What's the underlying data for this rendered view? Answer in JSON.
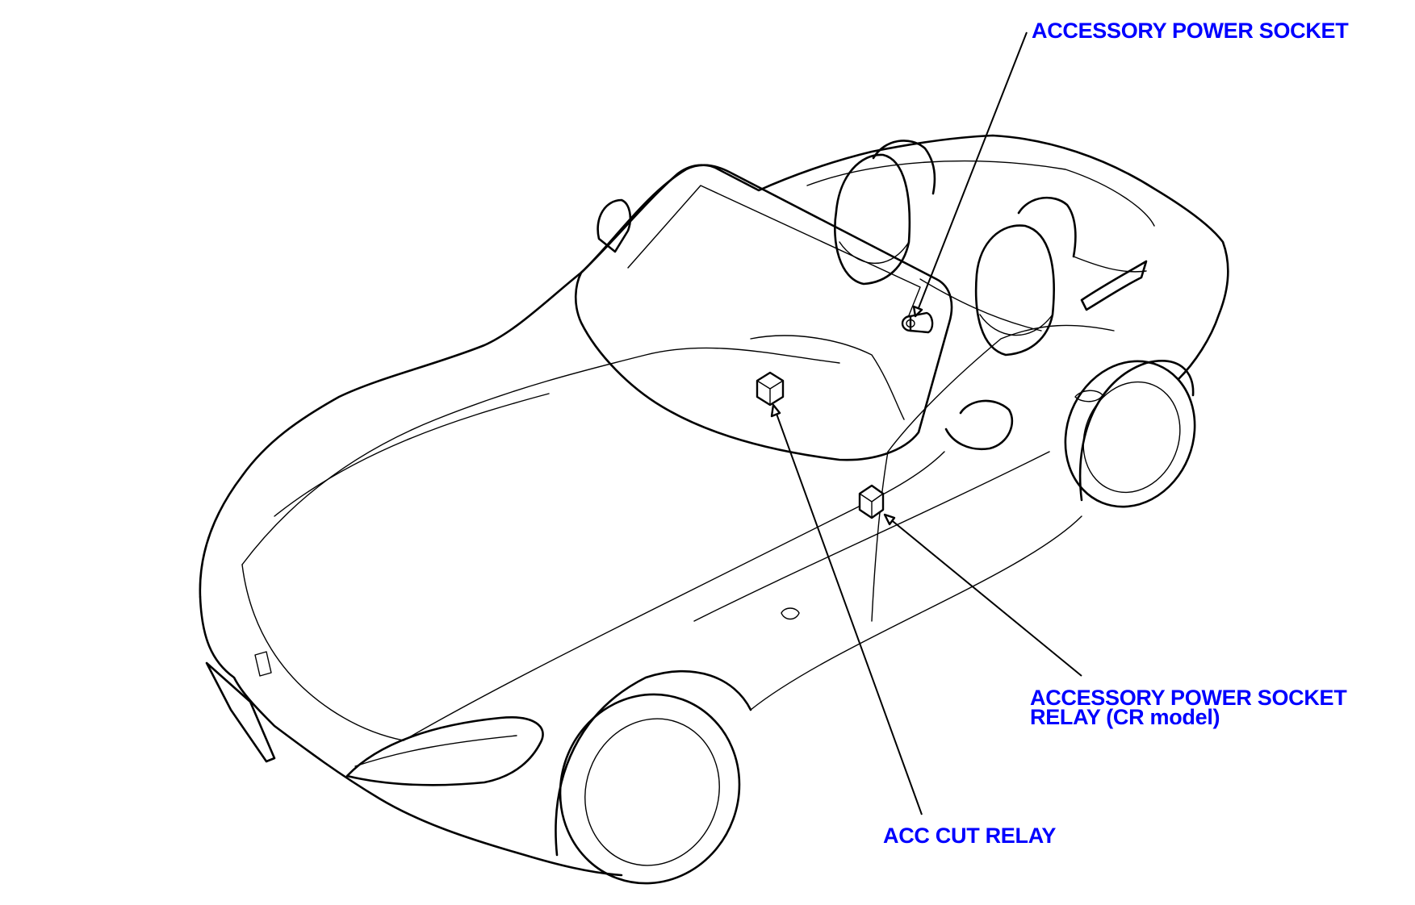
{
  "labels": {
    "accessory_power_socket": "ACCESSORY POWER SOCKET",
    "socket_relay_line1": "ACCESSORY POWER SOCKET",
    "socket_relay_line2": "RELAY (CR model)",
    "acc_cut_relay": "ACC CUT RELAY"
  },
  "colors": {
    "label_text": "#0000ff",
    "linework": "#000000",
    "background": "#ffffff"
  }
}
